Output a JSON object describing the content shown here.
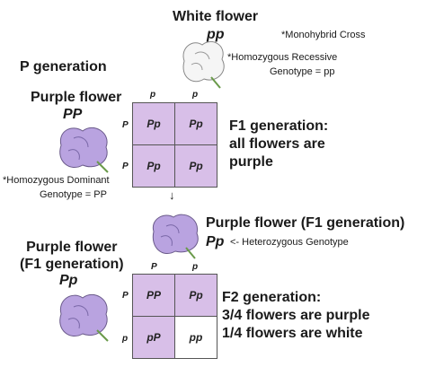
{
  "white_flower": {
    "title": "White flower",
    "genotype": "pp"
  },
  "notes": {
    "monohybrid": "*Monohybrid Cross",
    "homo_recessive_1": "*Homozygous Recessive",
    "homo_recessive_2": "Genotype = pp",
    "homo_dominant_1": "*Homozygous Dominant",
    "homo_dominant_2": "Genotype = PP",
    "hetero": "<- Heterozygous Genotype"
  },
  "p_generation": {
    "label": "P generation",
    "flower_title": "Purple flower",
    "genotype": "PP"
  },
  "square1": {
    "top": [
      "p",
      "p"
    ],
    "side": [
      "P",
      "P"
    ],
    "cells": [
      "Pp",
      "Pp",
      "Pp",
      "Pp"
    ]
  },
  "f1_text": {
    "line1": "F1 generation:",
    "line2": "all flowers are",
    "line3": "purple"
  },
  "f1_flower": {
    "title": "Purple flower (F1 generation)",
    "genotype": "Pp"
  },
  "f2_parent": {
    "line1": "Purple flower",
    "line2": "(F1 generation)",
    "genotype": "Pp"
  },
  "square2": {
    "top": [
      "P",
      "p"
    ],
    "side": [
      "P",
      "p"
    ],
    "cells": [
      "PP",
      "Pp",
      "pP",
      "pp"
    ]
  },
  "f2_text": {
    "line1": "F2 generation:",
    "line2": "3/4 flowers are purple",
    "line3": "1/4 flowers are white"
  },
  "colors": {
    "purple_cell": "#d8bfe8",
    "white_cell": "#ffffff",
    "flower_purple": "#b9a3e0"
  },
  "arrow": "↓"
}
